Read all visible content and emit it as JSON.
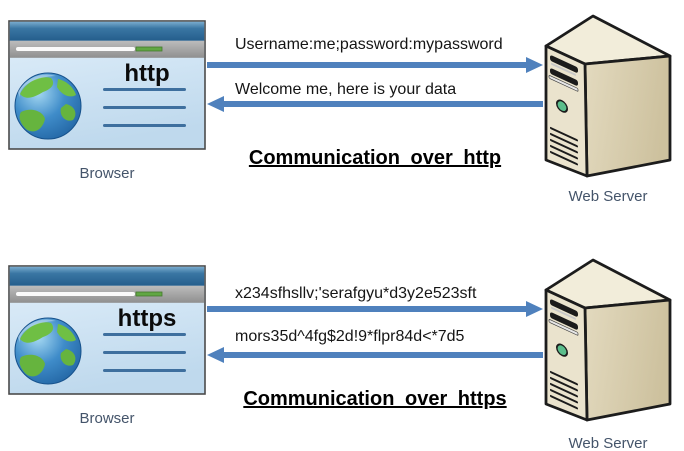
{
  "colors": {
    "arrow_blue": "#4f81bd",
    "label_blue_gray": "#44546a",
    "caption_black": "#000000",
    "browser_title_bar": "#3a76a3",
    "browser_content_blue": "#cfe3f4",
    "browser_line_blue": "#3e6f9e",
    "progress_green": "#61a744",
    "server_body_beige": "#eae3cd",
    "power_button_green": "#5bbd8b"
  },
  "sections": [
    {
      "protocol_label": "http",
      "request_message": "Username:me;password:mypassword",
      "response_message": "Welcome me, here is your data",
      "caption": "Communication over http",
      "browser_label": "Browser",
      "server_label": "Web Server"
    },
    {
      "protocol_label": "https",
      "request_message": "x234sfhsllv;'serafgyu*d3y2e523sft",
      "response_message": "mors35d^4fg$2d!9*flpr84d<*7d5",
      "caption": "Communication over https",
      "browser_label": "Browser",
      "server_label": "Web Server"
    }
  ]
}
